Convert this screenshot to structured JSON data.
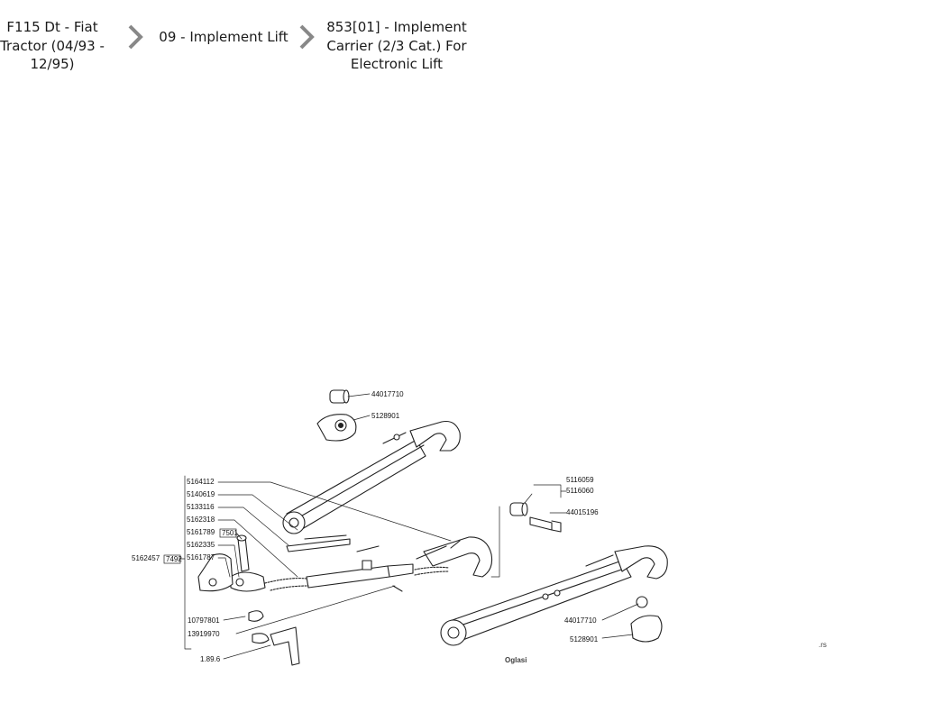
{
  "breadcrumb": [
    {
      "label": "F115 Dt - Fiat Tractor (04/93 - 12/95)"
    },
    {
      "label": "09 - Implement Lift"
    },
    {
      "label": "853[01] - Implement Carrier (2/3 Cat.) For Electronic Lift"
    }
  ],
  "parts": {
    "p44017710a": "44017710",
    "p5128901a": "5128901",
    "p5164112": "5164112",
    "p5140619": "5140619",
    "p5133116": "5133116",
    "p5162318": "5162318",
    "p5161789": "5161789",
    "p7501": "7501",
    "p5162335": "5162335",
    "p5162457": "5162457",
    "p7492": "7492",
    "p5161787": "5161787",
    "p10797801": "10797801",
    "p13919970": "13919970",
    "p1896": "1.89.6",
    "p5116059": "5116059",
    "p5116060": "5116060",
    "p44015196": "44015196",
    "p44017710b": "44017710",
    "p5128901b": "5128901"
  },
  "watermark": {
    "brand": "Oglasi",
    "suffix": ".rs",
    "color": "#f0a050"
  }
}
